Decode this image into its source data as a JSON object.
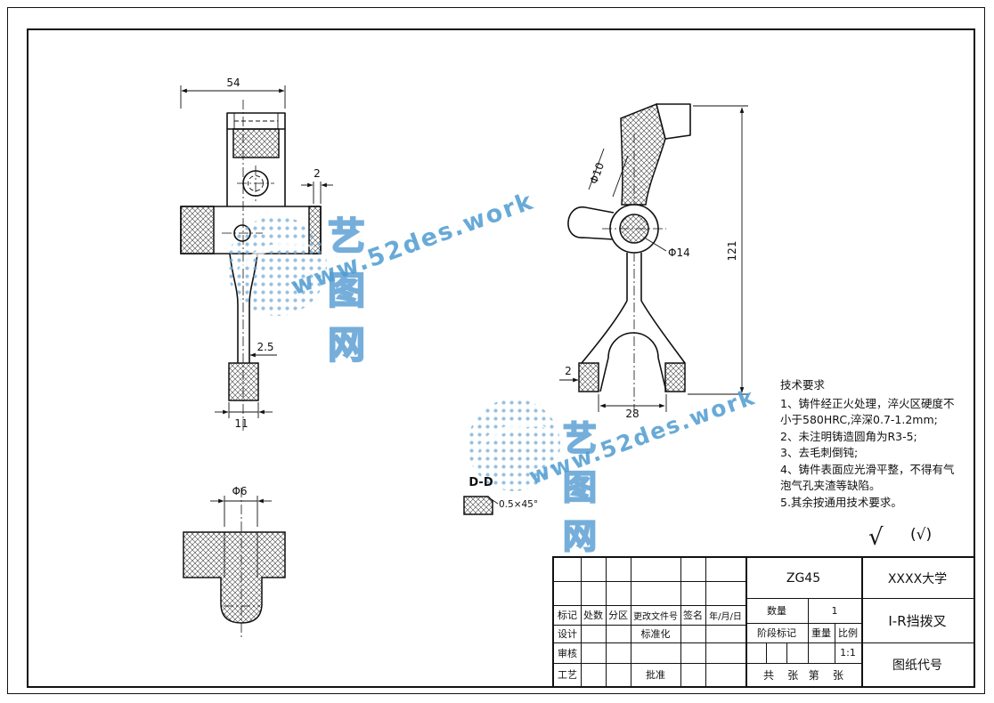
{
  "tech": {
    "title": "技术要求",
    "lines": [
      "1、铸件经正火处理，淬火区硬度不",
      "小于580HRC,淬深0.7-1.2mm;",
      "2、未注明铸造圆角为R3-5;",
      "3、去毛刺倒钝;",
      "4、铸件表面应光滑平整，不得有气",
      "泡气孔夹渣等缺陷。",
      "5.其余按通用技术要求。"
    ]
  },
  "dims": {
    "front_width": "54",
    "front_step": "2",
    "front_stem": "2.5",
    "front_bottom": "11",
    "side_arm": "Φ10",
    "side_hub": "Φ14",
    "side_height": "121",
    "side_fork": "28",
    "side_pad": "2",
    "detail_hole": "Φ6",
    "section_label": "D-D",
    "chamfer": "0.5×45°"
  },
  "finish": {
    "check": "√",
    "bracket": "(√)"
  },
  "watermark1": {
    "cn": "艺图网",
    "url": "www.52des.work"
  },
  "watermark2": {
    "cn": "艺图网",
    "url": "www.52des.work"
  },
  "tb": {
    "material": "ZG45",
    "org": "XXXX大学",
    "qty_label": "数量",
    "qty": "1",
    "part": "I-R挡拨叉",
    "stage": "阶段标记",
    "weight": "重量",
    "scale": "比例",
    "scale_val": "1:1",
    "code": "图纸代号",
    "sheets": "共    张   第    张",
    "rev": [
      "标记",
      "处数",
      "分区",
      "更改文件号",
      "签名",
      "年/月/日"
    ],
    "design": "设计",
    "std": "标准化",
    "audit": "审核",
    "craft": "工艺",
    "approve": "批准"
  }
}
